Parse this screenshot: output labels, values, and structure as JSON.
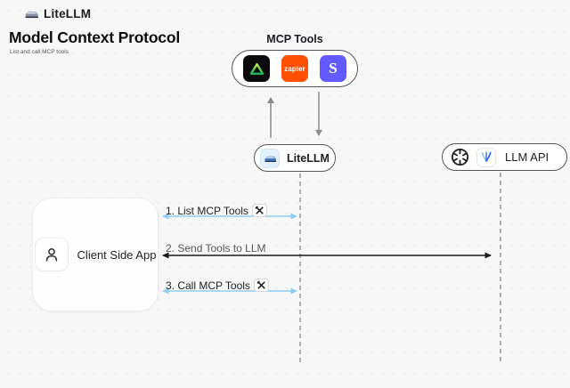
{
  "brand": {
    "name": "LiteLLM",
    "logo_icon": "train-icon"
  },
  "header": {
    "title": "Model Context Protocol",
    "subtitle": "List and call MCP tools"
  },
  "mcp_tools": {
    "label": "MCP Tools",
    "items": [
      {
        "name": "triangle-tool",
        "icon": "green-triangle-icon",
        "bg": "#0b0b0d"
      },
      {
        "name": "zapier",
        "label": "zapier",
        "bg": "#ff4f00"
      },
      {
        "name": "stripe",
        "label": "S",
        "bg": "#635bff"
      }
    ]
  },
  "nodes": {
    "litellm": {
      "label": "LiteLLM",
      "icon": "train-icon"
    },
    "llm_api": {
      "label": "LLM API",
      "icons": [
        "openai-icon",
        "llm-provider-icon"
      ]
    },
    "client": {
      "label": "Client Side App",
      "icon": "person-icon"
    }
  },
  "sequence": {
    "steps": [
      {
        "label": "1. List MCP Tools",
        "icon": "tools-icon",
        "arrow_color": "#8dcdf1",
        "direction": "both",
        "from": "client",
        "to": "litellm"
      },
      {
        "label": "2. Send Tools to LLM",
        "icon": null,
        "arrow_color": "#1a1a1e",
        "direction": "both",
        "from": "client",
        "to": "llm_api"
      },
      {
        "label": "3. Call MCP Tools",
        "icon": "tools-icon",
        "arrow_color": "#8dcdf1",
        "direction": "both",
        "from": "client",
        "to": "litellm"
      }
    ]
  },
  "colors": {
    "background": "#f7f7f8",
    "arrow_blue": "#8dcdf1",
    "arrow_black": "#1a1a1e",
    "arrow_gray": "#8b8b91",
    "lifeline_gray": "#aeaeb4",
    "zapier_orange": "#ff4f00",
    "stripe_indigo": "#635bff",
    "triangle_green": "#22c55e",
    "node_border": "#55555e"
  }
}
